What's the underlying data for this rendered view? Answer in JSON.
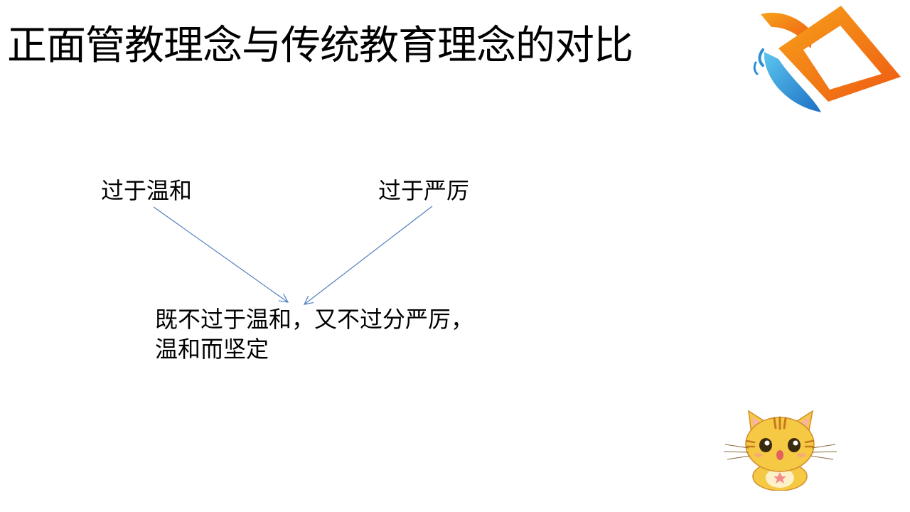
{
  "slide": {
    "title": "正面管教理念与传统教育理念的对比"
  },
  "diagram": {
    "left_label": "过于温和",
    "right_label": "过于严厉",
    "result_line1": "既不过于温和，又不过分严厉，",
    "result_line2": "温和而坚定",
    "arrow_color": "#4f81bd"
  },
  "logo": {
    "colors": [
      "#f07a10",
      "#2b8fd6"
    ]
  }
}
